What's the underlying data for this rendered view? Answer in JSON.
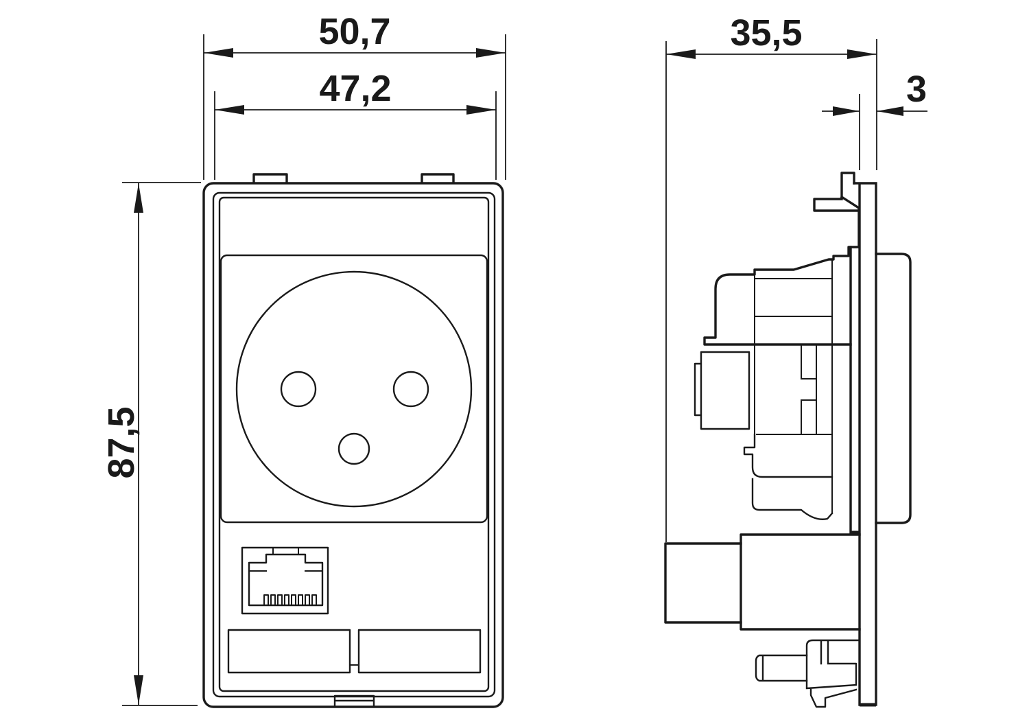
{
  "diagram": {
    "kind": "technical-dimension-drawing",
    "subject": "panel-mount socket insert with mains power socket and RJ45 jack",
    "unit": "mm",
    "views": [
      {
        "id": "front-view",
        "description": "front view of socket insert with round socket face, two pin holes, earth pin hole, RJ45 jack and two label windows"
      },
      {
        "id": "side-view",
        "description": "side profile showing mounting depth, panel plate, retaining clip, RJ45 housing and locking screw"
      }
    ],
    "colors": {
      "line": "#1a1a1a",
      "background": "#ffffff"
    }
  },
  "dims": {
    "front_width_outer": "50,7",
    "front_width_inner": "47,2",
    "front_height": "87,5",
    "depth": "35,5",
    "panel_thickness": "3"
  }
}
